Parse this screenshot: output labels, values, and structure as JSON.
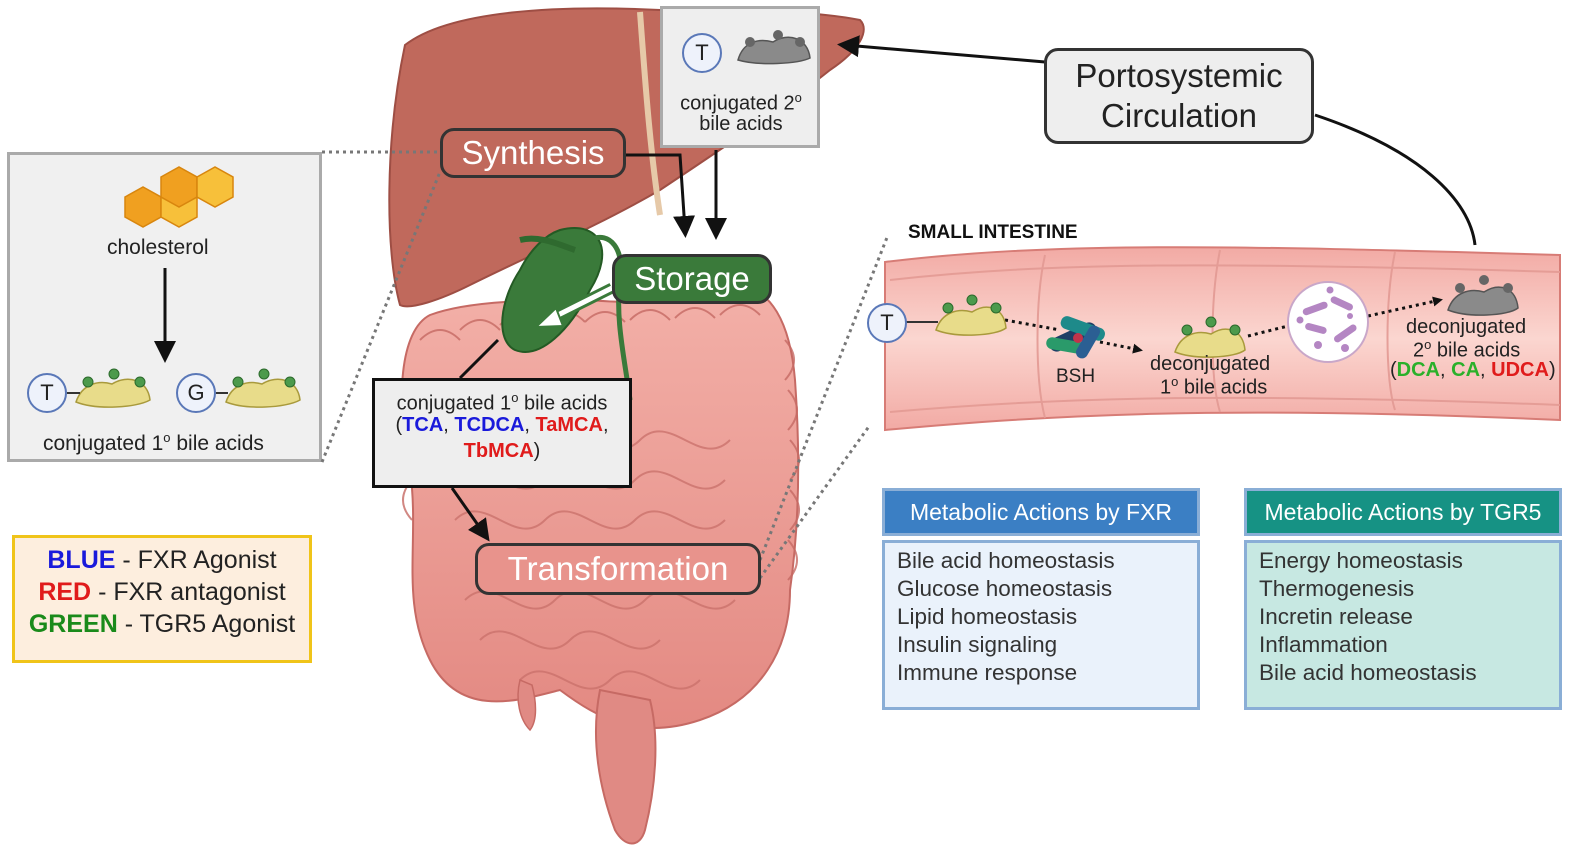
{
  "labels": {
    "synthesis": "Synthesis",
    "storage": "Storage",
    "transformation": "Transformation",
    "portosystemic_line1": "Portosystemic",
    "portosystemic_line2": "Circulation",
    "small_intestine": "SMALL INTESTINE",
    "bsh": "BSH"
  },
  "liver_inset": {
    "marker_t": "T",
    "line1": "conjugated 2",
    "sup": "o",
    "line2": "bile acids"
  },
  "synthesis_panel": {
    "cholesterol": "cholesterol",
    "marker_t": "T",
    "marker_g": "G",
    "caption_a": "conjugated 1",
    "caption_sup": "o",
    "caption_b": " bile acids"
  },
  "conjugated_box": {
    "line1_a": "conjugated 1",
    "line1_sup": "o",
    "line1_b": " bile acids",
    "open": "(",
    "tca": "TCA",
    "tcdca": "TCDCA",
    "tamca": "TaMCA",
    "tbmca": "TbMCA",
    "sep": ", ",
    "close": ")"
  },
  "intestine": {
    "marker_t": "T",
    "deconj1_line1": "deconjugated",
    "deconj1_sup": "o",
    "deconj1_line2": " bile acids",
    "deconj1_pre": "1",
    "deconj2_line1": "deconjugated",
    "deconj2_pre": "2",
    "deconj2_sup": "o",
    "deconj2_line2": " bile acids",
    "open": "(",
    "dca": "DCA",
    "ca": "CA",
    "udca": "UDCA",
    "sep": ", ",
    "close": ")"
  },
  "legend": {
    "blue_key": "BLUE",
    "blue_text": " - FXR Agonist",
    "red_key": "RED",
    "red_text": " - FXR antagonist",
    "green_key": "GREEN",
    "green_text": " - TGR5 Agonist"
  },
  "fxr": {
    "title": "Metabolic Actions by FXR",
    "items": [
      "Bile acid homeostasis",
      "Glucose homeostasis",
      "Lipid homeostasis",
      "Insulin signaling",
      "Immune response"
    ]
  },
  "tgr5": {
    "title": "Metabolic Actions by TGR5",
    "items": [
      "Energy homeostasis",
      "Thermogenesis",
      "Incretin release",
      "Inflammation",
      "Bile acid homeostasis"
    ]
  },
  "colors": {
    "fxr_agonist": "#1a1adb",
    "fxr_antagonist": "#e01b1b",
    "tgr5_agonist": "#2ab02a",
    "fxr_header": "#3b7fc4",
    "tgr5_header": "#169284",
    "liver": "#c0695c",
    "gallbladder": "#3a7a3a",
    "intestine": "#e8938c"
  }
}
